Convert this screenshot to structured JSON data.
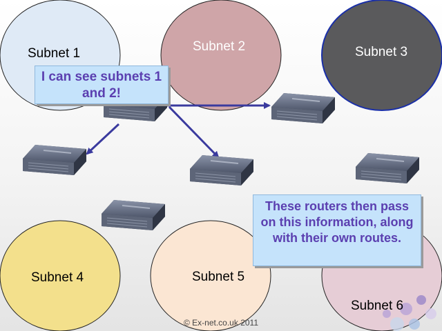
{
  "subnets": [
    {
      "label": "Subnet 1"
    },
    {
      "label": "Subnet 2"
    },
    {
      "label": "Subnet 3"
    },
    {
      "label": "Subnet 4"
    },
    {
      "label": "Subnet 5"
    },
    {
      "label": "Subnet 6"
    }
  ],
  "callouts": {
    "router_says": "I can see subnets 1 and 2!",
    "routers_pass_on": "These routers then pass on this information, along with their own routes."
  },
  "footer": "© Ex-net.co.uk 2011",
  "colors": {
    "subnet1": "#dfeaf6",
    "subnet2": "#cfa5a8",
    "subnet3": "#5a5a5c",
    "subnet4": "#f3e08c",
    "subnet5": "#fbe6d3",
    "subnet6": "#e6cdd6",
    "arrow": "#3a3a9e",
    "callout_bg": "#c5e3fb",
    "callout_text": "#5b3fb0"
  }
}
